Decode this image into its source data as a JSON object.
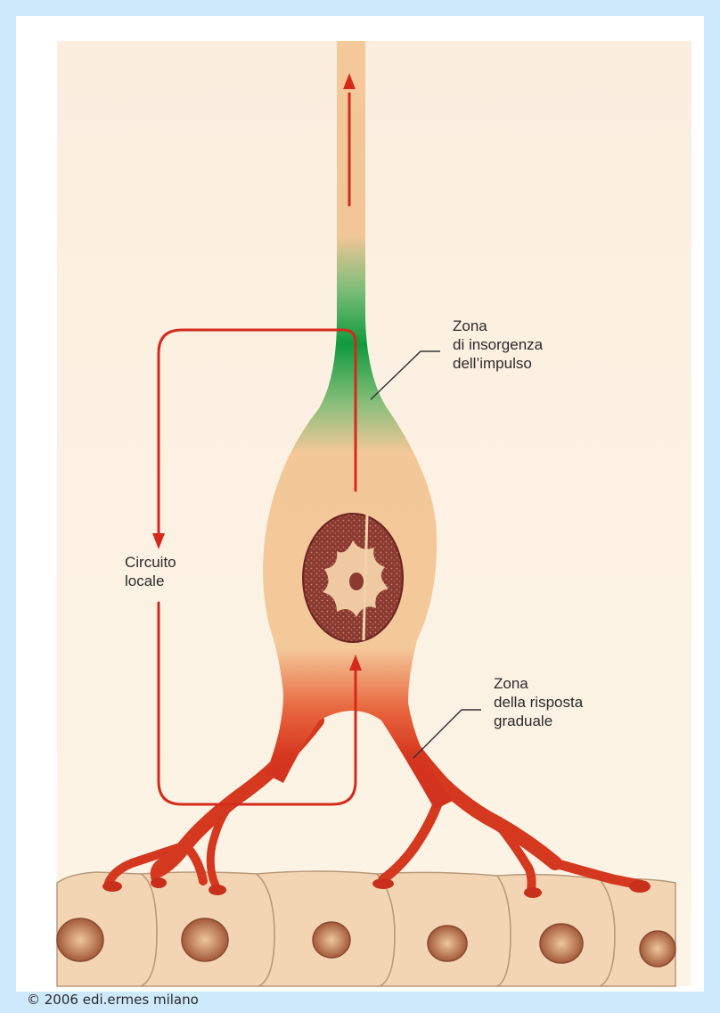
{
  "diagram": {
    "labels": {
      "impulse_zone": [
        "Zona",
        "di insorgenza",
        "dell’impulso"
      ],
      "local_circuit": [
        "Circuito",
        "locale"
      ],
      "graded_zone": [
        "Zona",
        "della risposta",
        "graduale"
      ]
    },
    "credit": "© 2006 edi.ermes milano",
    "colors": {
      "page_border": "#cde9fb",
      "tissue_background": "#fbf0de",
      "neuron_body": "#f4c99a",
      "trigger_zone": "#2f9e4b",
      "graded_zone": "#d93a24",
      "arrow": "#d42a1c",
      "nucleus": "#7a2a2a"
    }
  }
}
